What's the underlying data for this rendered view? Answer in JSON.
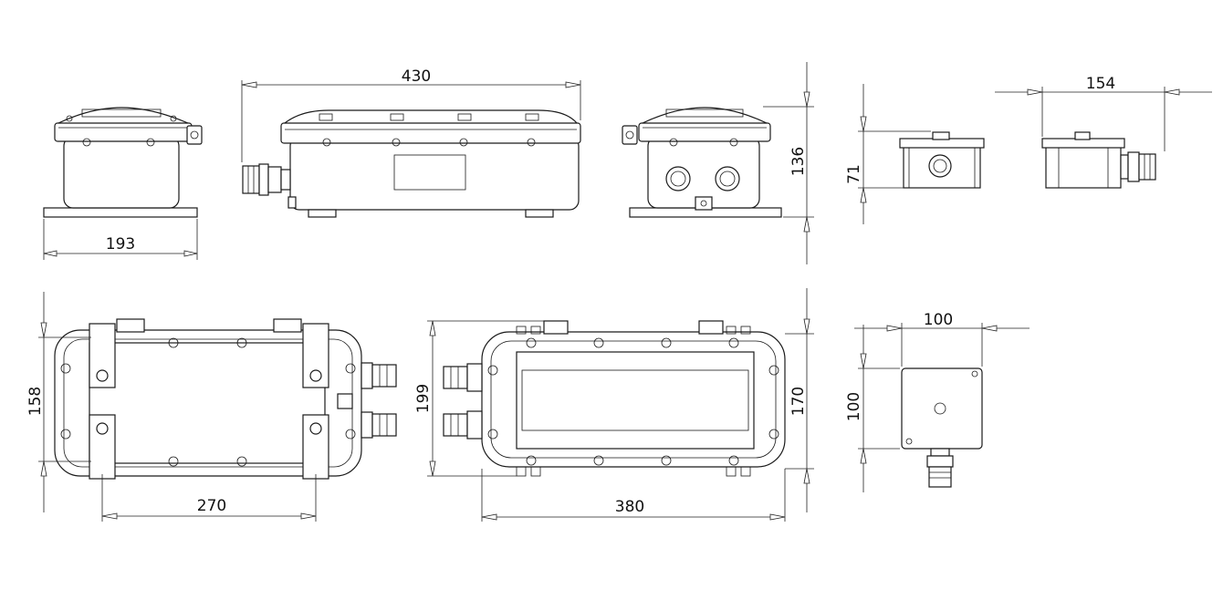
{
  "dimensions": {
    "front_width": "193",
    "side_length": "430",
    "end_height": "136",
    "box_height": "71",
    "box_width": "154",
    "top_mount_spacing": "158",
    "top_hole_spacing": "270",
    "bottom_height": "199",
    "bottom_length": "380",
    "bottom_inner_height": "170",
    "small_box_width": "100",
    "small_box_height": "100"
  }
}
